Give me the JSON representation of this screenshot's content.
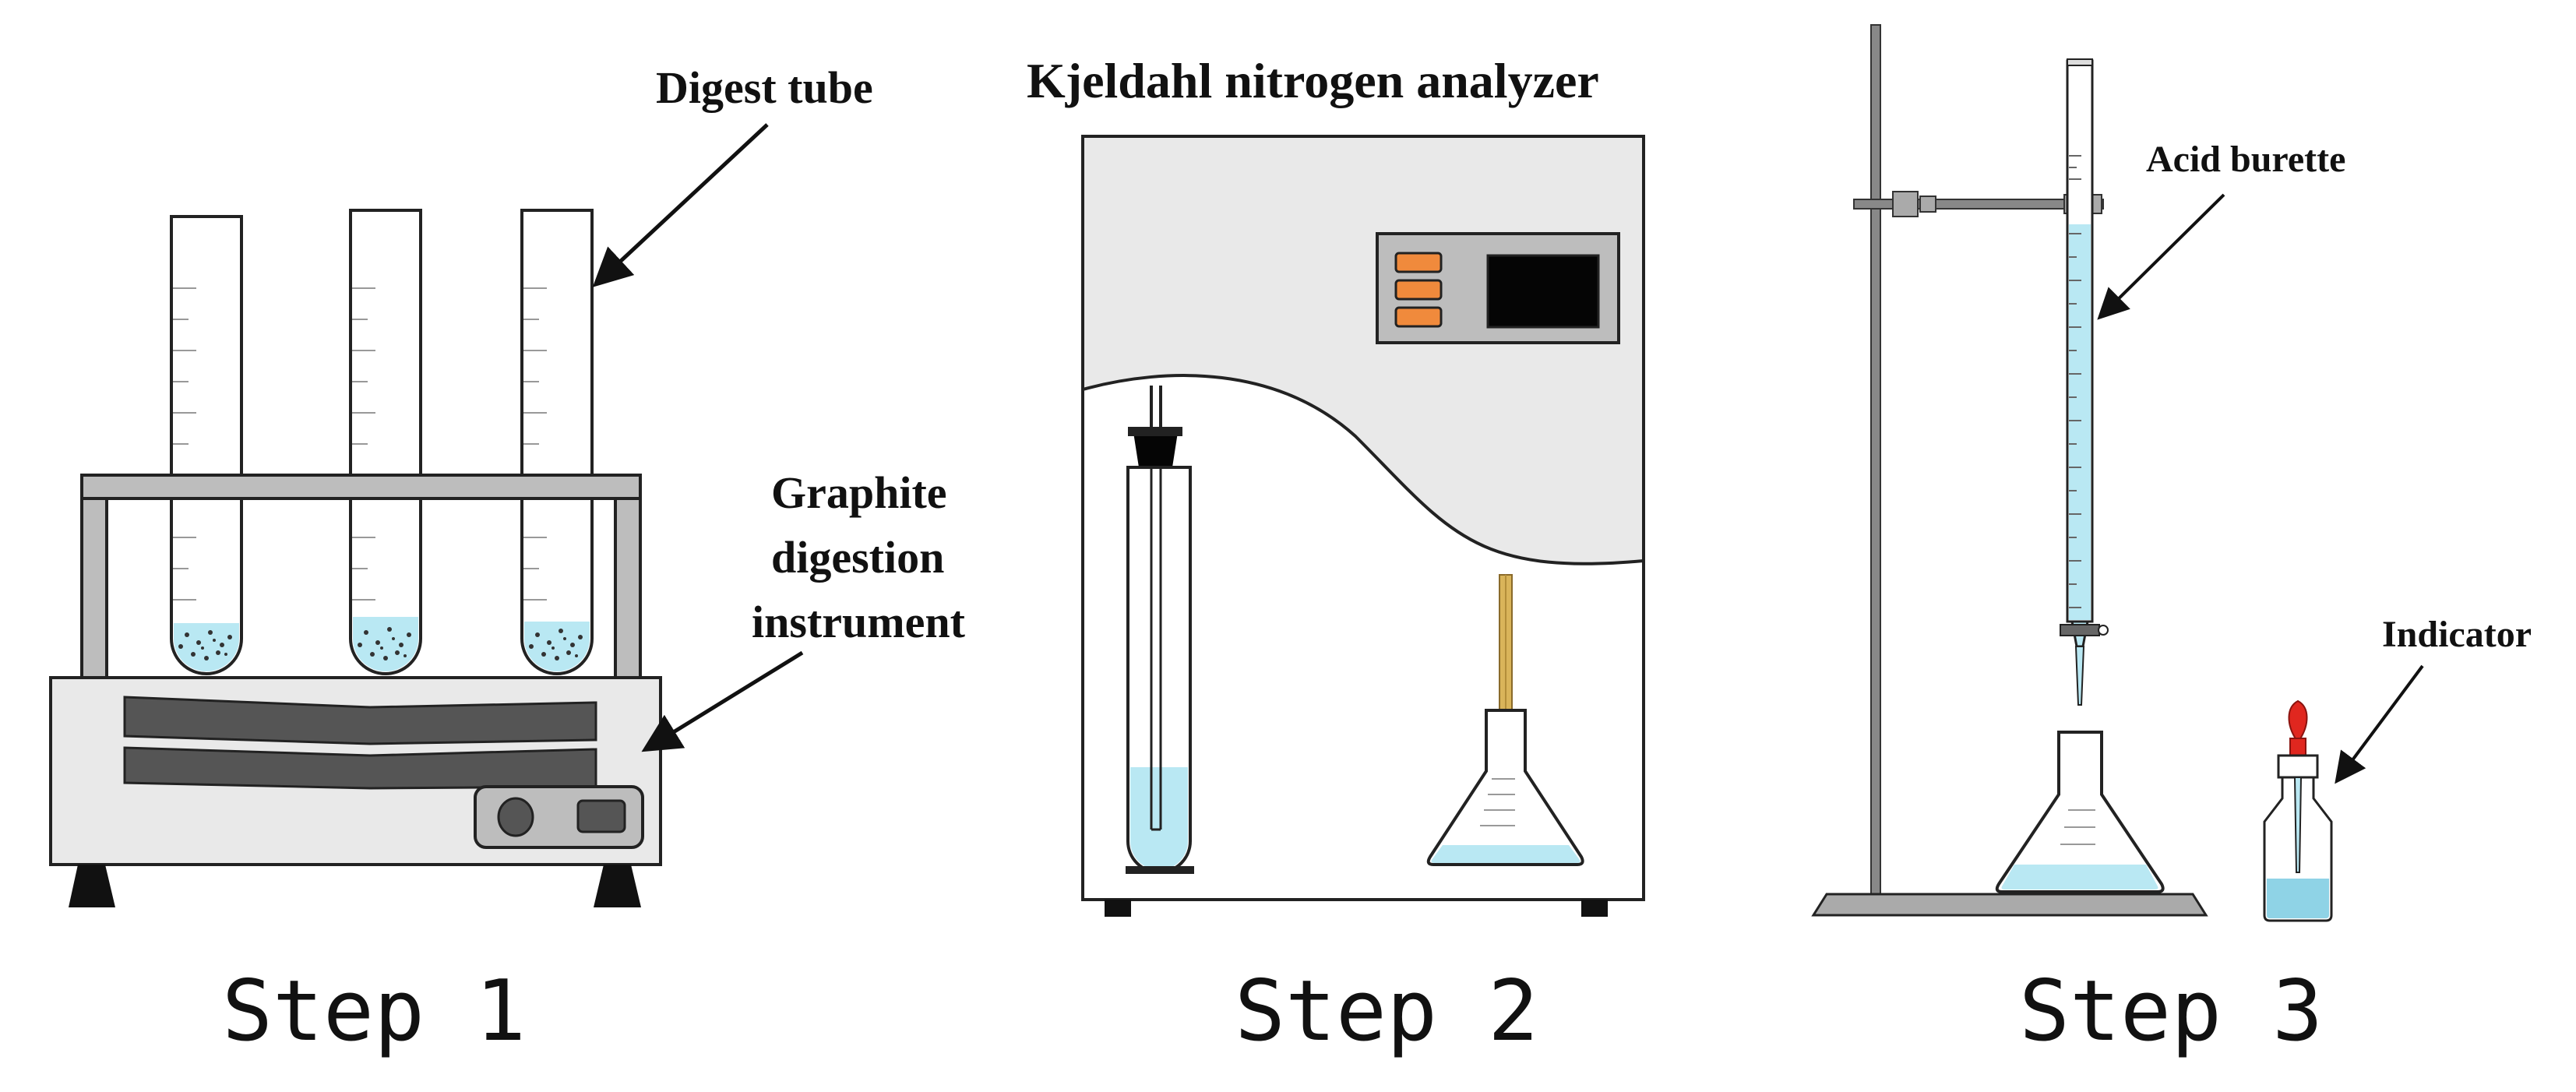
{
  "labels": {
    "digest_tube": "Digest tube",
    "graphite_line1": "Graphite",
    "graphite_line2": "digestion",
    "graphite_line3": "instrument",
    "analyzer_title": "Kjeldahl nitrogen analyzer",
    "acid_burette": "Acid burette",
    "indicator": "Indicator"
  },
  "steps": {
    "step1": "Step 1",
    "step2": "Step 2",
    "step3": "Step 3"
  },
  "colors": {
    "liquid": "#b9e8f3",
    "liquid_dark": "#8fd3e6",
    "panel_gray": "#e9e9e9",
    "rack_gray": "#bdbdbd",
    "dark_band": "#555555",
    "button_orange": "#f08a3c",
    "screen_black": "#050505",
    "gold_tube": "#d9b45a",
    "dropper_red": "#e0271f"
  }
}
